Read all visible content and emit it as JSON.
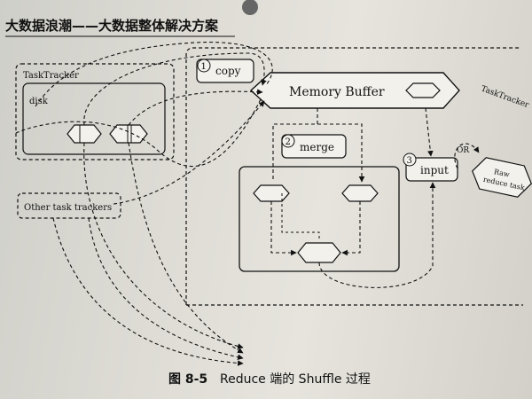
{
  "header": {
    "book_title": "大数据浪潮——大数据整体解决方案"
  },
  "diagram": {
    "task_tracker_left": "TaskTracker",
    "disk": "disk",
    "other_task_trackers": "Other task trackers",
    "step1_num": "1",
    "step1_label": "copy",
    "memory_buffer": "Memory Buffer",
    "task_tracker_right": "TaskTracker",
    "step2_num": "2",
    "step2_label": "merge",
    "step3_num": "3",
    "step3_label": "input",
    "or_label": "OR",
    "raw_reduce_task_line1": "Raw",
    "raw_reduce_task_line2": "reduce task"
  },
  "caption": {
    "figure_number": "图 8-5",
    "text": "Reduce 端的 Shuffle 过程"
  },
  "colors": {
    "ink": "#111111",
    "paper": "#e2e0d9",
    "binding": "#8c8c88"
  }
}
